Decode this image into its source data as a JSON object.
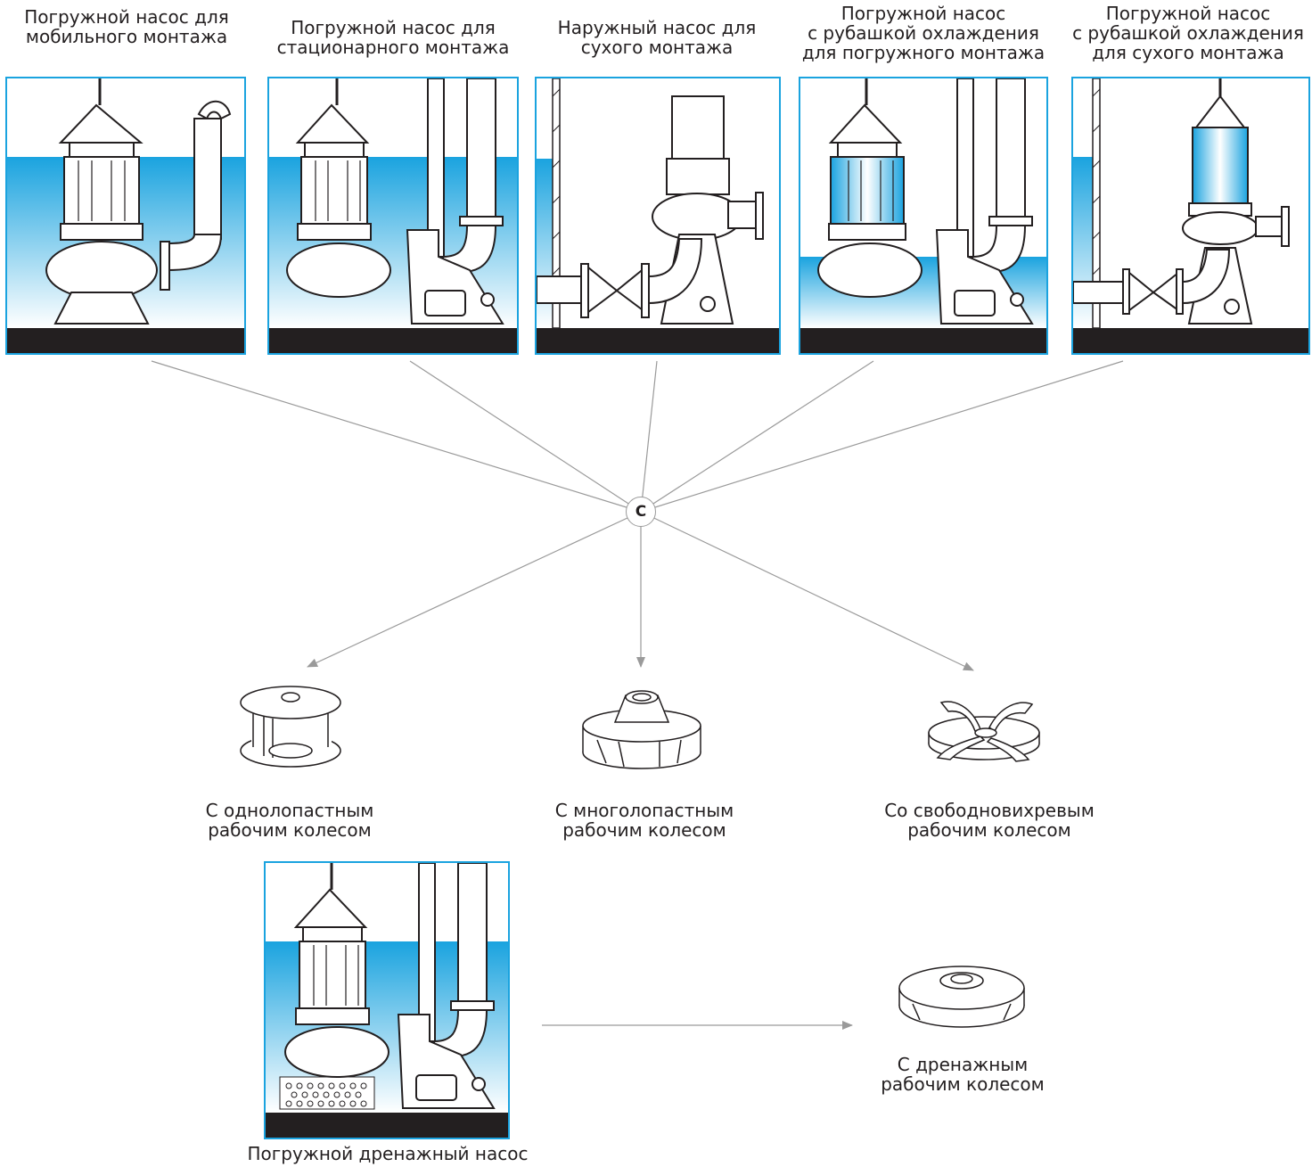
{
  "pump_types": [
    {
      "id": "mobile",
      "label": "Погружной насос для\nмобильного монтажа"
    },
    {
      "id": "stationary",
      "label": "Погружной насос для\nстационарного монтажа"
    },
    {
      "id": "dry-external",
      "label": "Наружный насос для\nсухого монтажа"
    },
    {
      "id": "jacket-wet",
      "label": "Погружной насос\nс рубашкой охлаждения\nдля погружного монтажа"
    },
    {
      "id": "jacket-dry",
      "label": "Погружной насос\nс рубашкой охлаждения\nдля сухого монтажа"
    }
  ],
  "hub": {
    "label": "C"
  },
  "impellers": [
    {
      "id": "single-vane",
      "label": "С однолопастным\nрабочим колесом"
    },
    {
      "id": "multi-vane",
      "label": "С многолопастным\nрабочим колесом"
    },
    {
      "id": "vortex",
      "label": "Со свободновихревым\nрабочим колесом"
    }
  ],
  "drainage": {
    "pump_label": "Погружной дренажный насос",
    "impeller_label": "С дренажным\nрабочим колесом"
  },
  "colors": {
    "frame": "#1aa3df",
    "water_top": "#1aa3df",
    "water_bottom": "#ffffff",
    "ground": "#231f20",
    "connector": "#9a9a9a"
  }
}
